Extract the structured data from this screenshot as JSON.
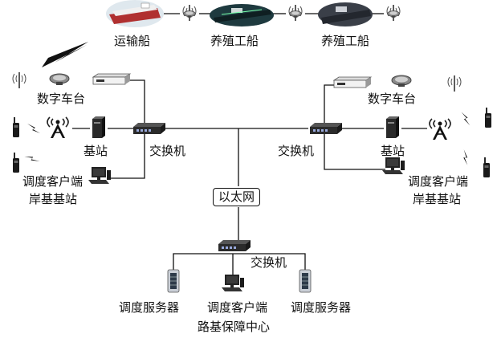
{
  "ships": {
    "transport": "运输船",
    "farm1": "养殖工船",
    "farm2": "养殖工船"
  },
  "left_shore": {
    "digital_station": "数字车台",
    "base_station": "基站",
    "switch": "交换机",
    "dispatch_client": "调度客户端",
    "shore_station": "岸基基站"
  },
  "right_shore": {
    "digital_station": "数字车台",
    "switch": "交换机",
    "base_station": "基站",
    "dispatch_client": "调度客户端",
    "shore_station": "岸基基站"
  },
  "ethernet": "以太网",
  "road_center": {
    "switch": "交换机",
    "server_left": "调度服务器",
    "client": "调度客户端",
    "server_right": "调度服务器",
    "center_name": "路基保障中心"
  },
  "colors": {
    "line": "#111111",
    "device": "#2b2b2b",
    "ship_hull": "#b03030",
    "ship_dark": "#1e3a3f"
  },
  "icons": [
    "antenna-icon",
    "mobile-radio-icon",
    "radio-unit-icon",
    "handheld-radio-icon",
    "base-station-tower-icon",
    "server-tower-icon",
    "switch-icon",
    "workstation-icon",
    "ship-icon"
  ]
}
